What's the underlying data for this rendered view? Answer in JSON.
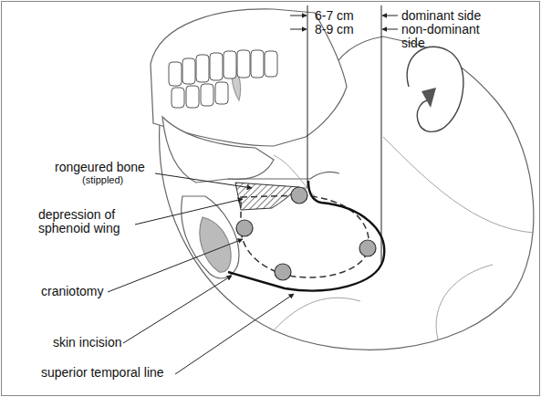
{
  "diagram": {
    "labels": [
      "6-7 cm",
      "8-9 cm",
      "dominant side",
      "non-dominant side",
      "rongeured bone",
      "(stippled)",
      "depression of sphenoid wing",
      "craniotomy",
      "skin incision",
      "superior temporal line"
    ]
  }
}
